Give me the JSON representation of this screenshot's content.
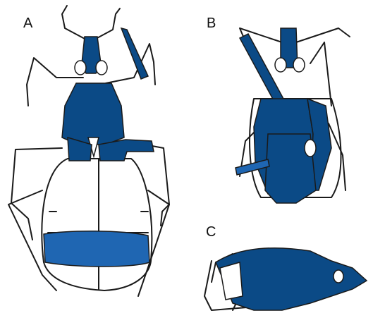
{
  "panels": {
    "a": {
      "label": "A"
    },
    "b": {
      "label": "B"
    },
    "c": {
      "label": "C"
    }
  },
  "colors": {
    "shaded": "#0b4a86",
    "shaded_light": "#1f66b2",
    "outline": "#1a1a1a",
    "background": "#ffffff"
  }
}
